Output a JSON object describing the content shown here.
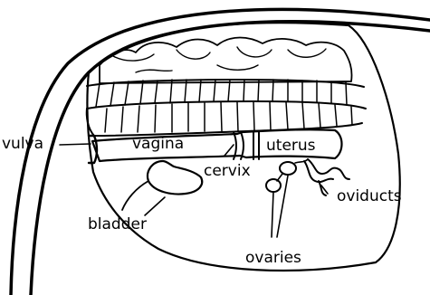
{
  "labels": {
    "vulva": "vulva",
    "vagina": "vagina",
    "cervix": "cervix",
    "uterus": "uterus",
    "bladder": "bladder",
    "oviducts": "oviducts",
    "ovaries": "ovaries"
  },
  "colors": {
    "line": "#000000",
    "background": "#ffffff"
  }
}
